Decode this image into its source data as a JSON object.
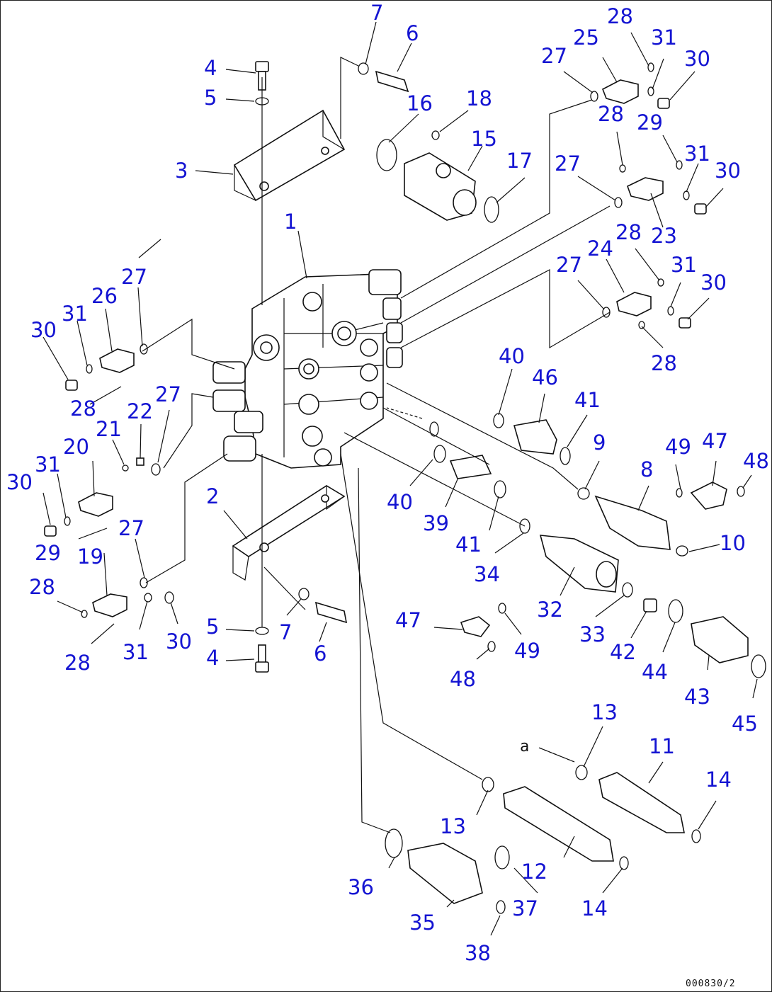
{
  "diagram": {
    "type": "exploded-parts-view",
    "callout_color": "#1414d2",
    "line_color": "#111111",
    "reference_code": "000830/2",
    "flow_marker": "a"
  },
  "callouts": {
    "c1": "1",
    "c2": "2",
    "c3": "3",
    "c4a": "4",
    "c4b": "4",
    "c5a": "5",
    "c5b": "5",
    "c6a": "6",
    "c6b": "6",
    "c7a": "7",
    "c7b": "7",
    "c8": "8",
    "c9": "9",
    "c10": "10",
    "c11": "11",
    "c12": "12",
    "c13a": "13",
    "c13b": "13",
    "c14a": "14",
    "c14b": "14",
    "c15": "15",
    "c16": "16",
    "c17": "17",
    "c18": "18",
    "c19": "19",
    "c20": "20",
    "c21": "21",
    "c22": "22",
    "c23": "23",
    "c24": "24",
    "c25": "25",
    "c26": "26",
    "c27a": "27",
    "c27b": "27",
    "c27c": "27",
    "c27d": "27",
    "c27e": "27",
    "c27f": "27",
    "c28a": "28",
    "c28b": "28",
    "c28c": "28",
    "c28d": "28",
    "c28e": "28",
    "c28f": "28",
    "c28g": "28",
    "c29a": "29",
    "c29b": "29",
    "c30a": "30",
    "c30b": "30",
    "c30c": "30",
    "c30d": "30",
    "c30e": "30",
    "c30f": "30",
    "c31a": "31",
    "c31b": "31",
    "c31c": "31",
    "c31d": "31",
    "c31e": "31",
    "c31f": "31",
    "c32": "32",
    "c33": "33",
    "c34": "34",
    "c35": "35",
    "c36": "36",
    "c37": "37",
    "c38": "38",
    "c39": "39",
    "c40a": "40",
    "c40b": "40",
    "c41a": "41",
    "c41b": "41",
    "c42": "42",
    "c43": "43",
    "c44": "44",
    "c45": "45",
    "c46": "46",
    "c47a": "47",
    "c47b": "47",
    "c48a": "48",
    "c48b": "48",
    "c49a": "49",
    "c49b": "49"
  }
}
